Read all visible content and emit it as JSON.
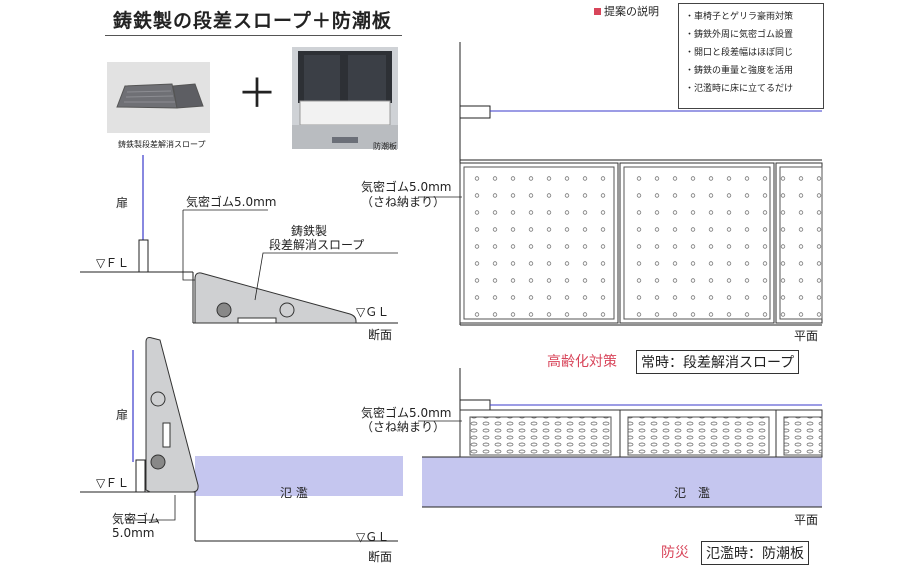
{
  "title": "鋳鉄製の段差スロープ＋防潮板",
  "proposal": {
    "heading": "提案の説明",
    "items": [
      "・車椅子とゲリラ豪雨対策",
      "・鋳鉄外周に気密ゴム設置",
      "・開口と段差幅はほぼ同じ",
      "・鋳鉄の重量と強度を活用",
      "・氾濫時に床に立てるだけ"
    ]
  },
  "photos": {
    "slope_caption": "鋳鉄製段差解消スロープ",
    "door_caption": "防潮板",
    "plus": "＋"
  },
  "section_top": {
    "door_label": "扉",
    "fl_label": "▽ＦＬ",
    "gl_label": "▽ＧＬ",
    "rubber_label": "気密ゴム5.0mm",
    "slope_label_1": "鋳鉄製",
    "slope_label_2": "段差解消スロープ",
    "caption": "断面"
  },
  "plan_top": {
    "rubber_label_1": "気密ゴム5.0mm",
    "rubber_label_2": "（さね納まり）",
    "caption": "平面",
    "mode_label": "高齢化対策",
    "mode_box": "常時：段差解消スロープ"
  },
  "section_bottom": {
    "door_label": "扉",
    "fl_label": "▽ＦＬ",
    "gl_label": "▽ＧＬ",
    "rubber_label_1": "気密ゴム",
    "rubber_label_2": "5.0mm",
    "flood_label": "氾 濫",
    "caption": "断面"
  },
  "plan_bottom": {
    "rubber_label_1": "気密ゴム5.0mm",
    "rubber_label_2": "（さね納まり）",
    "flood_label": "氾　濫",
    "caption": "平面",
    "mode_label": "防災",
    "mode_box": "氾濫時：防潮板"
  },
  "colors": {
    "flood": "#c5c6ef",
    "cast_iron": "#cfd0d2",
    "accent": "#d8455a",
    "door_line": "#3a3acb"
  }
}
